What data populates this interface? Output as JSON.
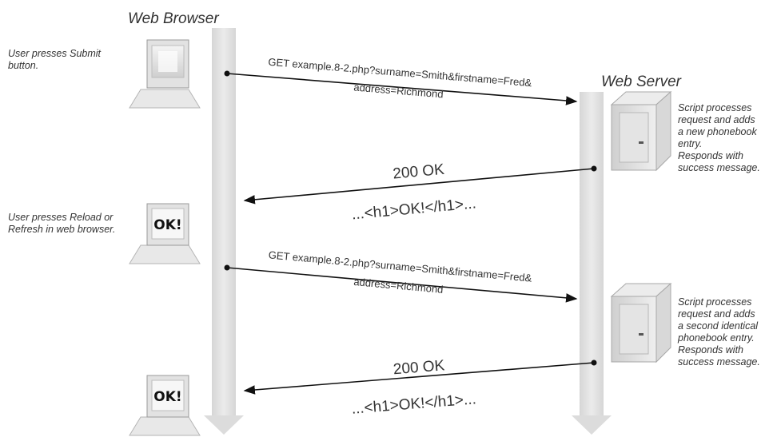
{
  "headers": {
    "browser": "Web Browser",
    "server": "Web Server"
  },
  "notes": {
    "submit": [
      "User presses Submit",
      "button."
    ],
    "reload": [
      "User presses Reload or",
      "Refresh in web browser."
    ],
    "server1": [
      "Script processes",
      "request and adds",
      "a new phonebook",
      "entry.",
      "Responds with",
      "success message."
    ],
    "server2": [
      "Script processes",
      "request and adds",
      "a second identical",
      "phonebook entry.",
      "Responds with",
      "success message."
    ]
  },
  "monitor_text": "OK!",
  "messages": {
    "request1": {
      "line1": "GET example.8-2.php?surname=Smith&firstname=Fred&",
      "line2": "address=Richmond"
    },
    "response1": {
      "status": "200 OK",
      "body": "...<h1>OK!</h1>..."
    },
    "request2": {
      "line1": "GET example.8-2.php?surname=Smith&firstname=Fred&",
      "line2": "address=Richmond"
    },
    "response2": {
      "status": "200 OK",
      "body": "...<h1>OK!</h1>..."
    }
  }
}
